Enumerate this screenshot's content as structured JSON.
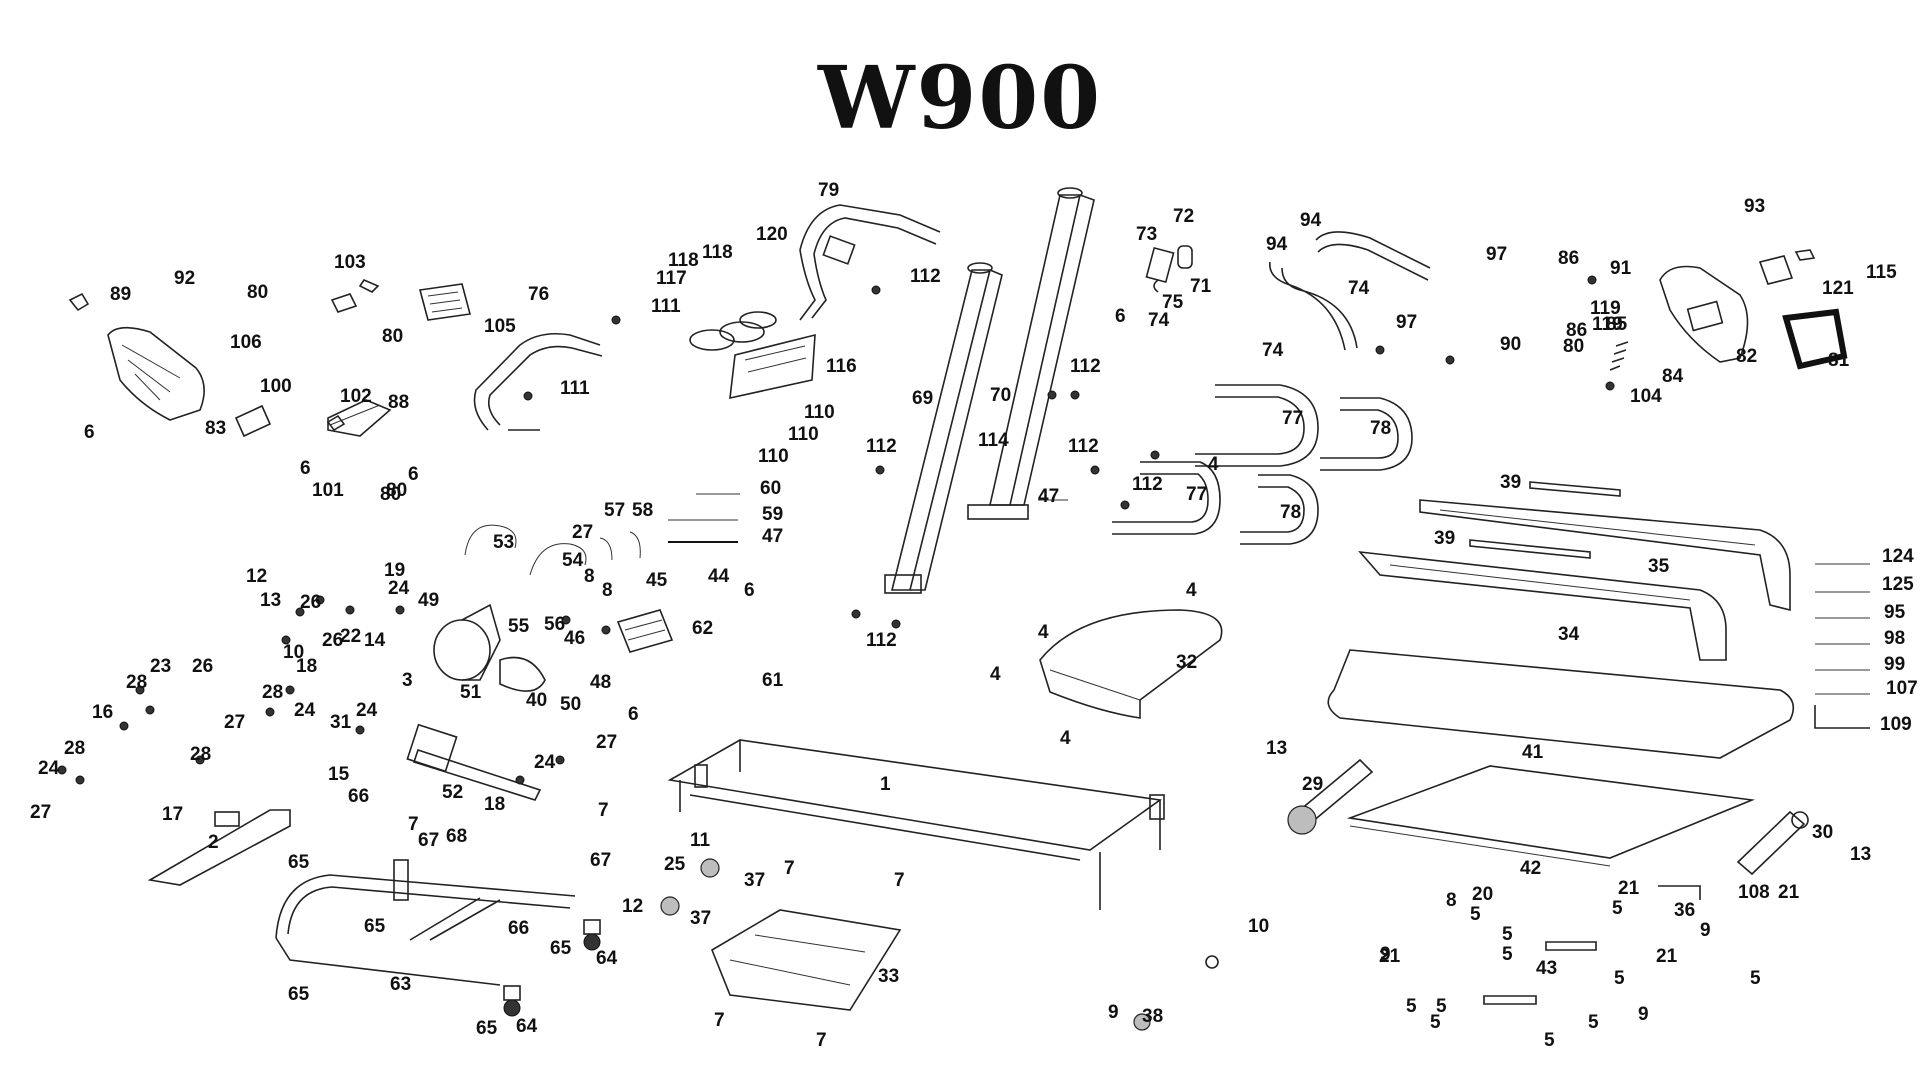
{
  "title": "W900",
  "labels": [
    "1",
    "2",
    "3",
    "4",
    "4",
    "4",
    "4",
    "4",
    "5",
    "5",
    "5",
    "5",
    "5",
    "5",
    "5",
    "5",
    "5",
    "5",
    "5",
    "6",
    "6",
    "6",
    "6",
    "6",
    "6",
    "7",
    "7",
    "7",
    "7",
    "7",
    "7",
    "8",
    "8",
    "8",
    "9",
    "9",
    "9",
    "9",
    "10",
    "10",
    "11",
    "12",
    "12",
    "13",
    "13",
    "13",
    "14",
    "15",
    "16",
    "17",
    "18",
    "18",
    "19",
    "20",
    "21",
    "21",
    "21",
    "21",
    "22",
    "23",
    "24",
    "24",
    "24",
    "24",
    "24",
    "25",
    "26",
    "26",
    "26",
    "27",
    "27",
    "27",
    "27",
    "28",
    "28",
    "28",
    "28",
    "29",
    "30",
    "31",
    "32",
    "33",
    "34",
    "35",
    "36",
    "37",
    "37",
    "38",
    "39",
    "39",
    "40",
    "41",
    "42",
    "43",
    "44",
    "45",
    "46",
    "47",
    "47",
    "48",
    "49",
    "50",
    "51",
    "52",
    "53",
    "54",
    "55",
    "56",
    "57",
    "58",
    "59",
    "60",
    "61",
    "62",
    "63",
    "64",
    "64",
    "65",
    "65",
    "65",
    "65",
    "65",
    "66",
    "66",
    "67",
    "67",
    "68",
    "69",
    "70",
    "71",
    "72",
    "73",
    "74",
    "74",
    "74",
    "75",
    "76",
    "77",
    "77",
    "78",
    "78",
    "79",
    "80",
    "80",
    "80",
    "80",
    "80",
    "81",
    "82",
    "83",
    "84",
    "85",
    "86",
    "86",
    "88",
    "89",
    "90",
    "91",
    "92",
    "93",
    "94",
    "94",
    "95",
    "97",
    "97",
    "98",
    "99",
    "100",
    "101",
    "102",
    "103",
    "104",
    "105",
    "106",
    "107",
    "108",
    "109",
    "110",
    "110",
    "110",
    "111",
    "111",
    "112",
    "112",
    "112",
    "112",
    "112",
    "112",
    "114",
    "115",
    "116",
    "117",
    "118",
    "118",
    "119",
    "119",
    "120",
    "121",
    "124",
    "125"
  ]
}
